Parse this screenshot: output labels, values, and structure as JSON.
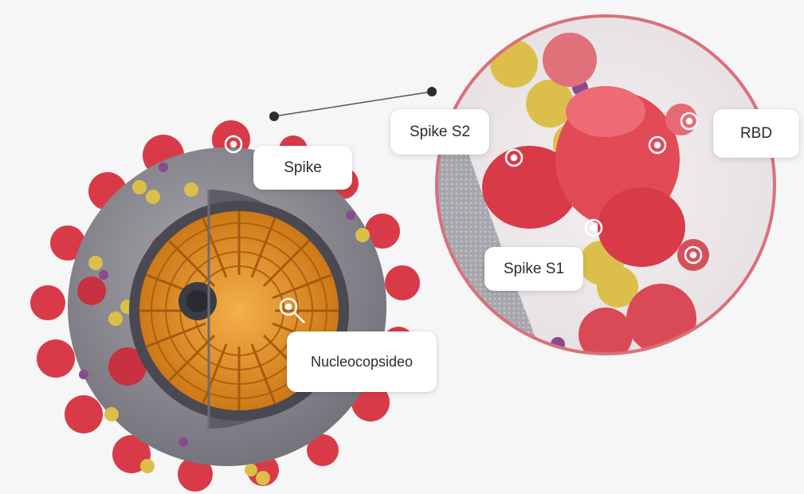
{
  "labels": {
    "spike": "Spike",
    "spike_s2": "Spike S2",
    "rbd": "RBD",
    "spike_s1": "Spike S1",
    "nucleocapsid": "Nucleocopsideo"
  },
  "colors": {
    "spike_red": "#d93a48",
    "envelope_gray": "#8f8e96",
    "nucleocapsid_orange": "#e7962a",
    "core_dark": "#3c3c46",
    "protein_yellow": "#dcbf4a",
    "protein_purple": "#8a4a8e",
    "zoom_ring": "#d9707a"
  }
}
